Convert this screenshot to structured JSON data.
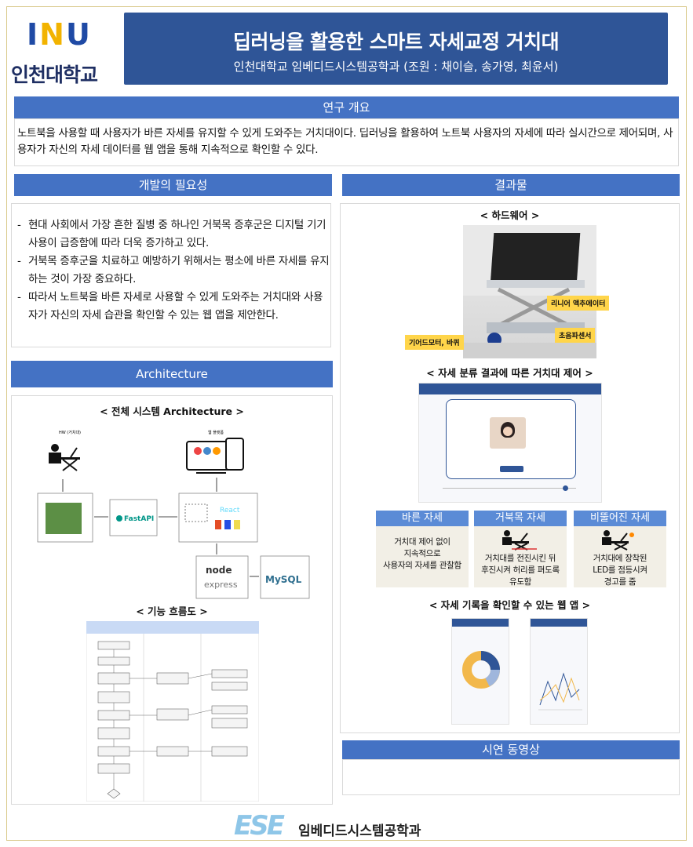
{
  "header": {
    "logo_text": "INU",
    "university": "인천대학교",
    "title": "딥러닝을 활용한 스마트 자세교정 거치대",
    "subtitle": "인천대학교 임베디드시스템공학과 (조원 : 채이슬, 송가영, 최윤서)"
  },
  "overview": {
    "heading": "연구 개요",
    "text": "노트북을 사용할 때 사용자가 바른 자세를 유지할 수 있게 도와주는 거치대이다. 딥러닝을 활용하여 노트북 사용자의 자세에 따라 실시간으로 제어되며, 사용자가 자신의 자세 데이터를 웹 앱을 통해 지속적으로 확인할 수 있다."
  },
  "need": {
    "heading": "개발의 필요성",
    "items": [
      "현대 사회에서 가장 흔한 질병 중 하나인 거북목 증후군은 디지털 기기 사용이 급증함에 따라 더욱 증가하고 있다.",
      "거북목 증후군을 치료하고 예방하기 위해서는 평소에 바른 자세를 유지하는 것이 가장 중요하다.",
      "따라서 노트북을 바른 자세로 사용할 수 있게 도와주는 거치대와 사용자가 자신의 자세 습관을 확인할 수 있는 웹 앱을 제안한다."
    ]
  },
  "architecture": {
    "heading": "Architecture",
    "system_label": "< 전체 시스템 Architecture >",
    "flow_label": "< 기능 흐름도 >",
    "nodes": {
      "hw": "HW (거치대)",
      "web": "웹 플랫폼",
      "fastapi": "FastAPI",
      "react": "React",
      "node": "node",
      "express": "express",
      "mysql": "MySQL"
    }
  },
  "results": {
    "heading": "결과물",
    "hw_label": "< 하드웨어 >",
    "tags": {
      "actuator": "리니어 액추에이터",
      "motor": "기어드모터, 바퀴",
      "sensor": "초음파센서"
    },
    "control_label": "< 자세 분류 결과에 따른 거치대 제어 >",
    "postures": [
      {
        "title": "바른 자세",
        "desc": [
          "거치대 제어 없이",
          "지속적으로",
          "사용자의 자세를 관찰함"
        ]
      },
      {
        "title": "거북목 자세",
        "desc": [
          "거치대를 전진시킨 뒤",
          "후진시켜 허리를 펴도록",
          "유도함"
        ]
      },
      {
        "title": "비뚤어진 자세",
        "desc": [
          "거치대에 장착된",
          "LED를 점등시켜",
          "경고를 줌"
        ]
      }
    ],
    "webapp_label": "< 자세 기록을 확인할 수 있는 웹 앱 >"
  },
  "demo": {
    "heading": "시연 동영상"
  },
  "footer": {
    "logo": "ESE",
    "department": "임베디드시스템공학과"
  },
  "colors": {
    "primary": "#2f5597",
    "section": "#4472c4",
    "card_head": "#5b8bd6",
    "accent": "#ffd54a"
  }
}
